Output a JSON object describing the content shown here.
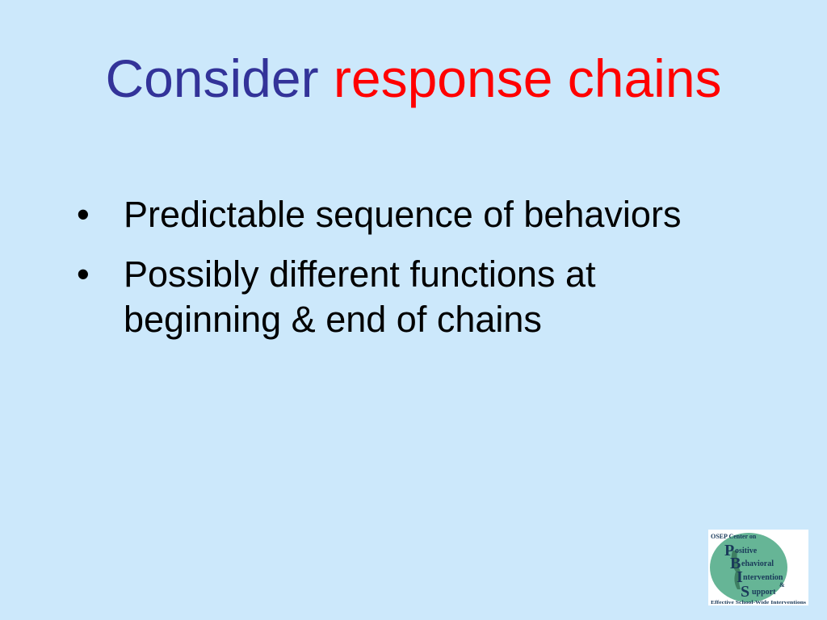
{
  "slide": {
    "title": {
      "part1": "Consider ",
      "part2": "response chains",
      "part1_color": "#333399",
      "part2_color": "#ff0000"
    },
    "bullets": [
      {
        "marker": "•",
        "text": "Predictable sequence of behaviors"
      },
      {
        "marker": "•",
        "text": "Possibly different functions at beginning & end of chains"
      }
    ],
    "background_color": "#cce8fb"
  },
  "logo": {
    "header": "OSEP Center on",
    "initial_p": "P",
    "word_p": "ositive",
    "initial_b": "B",
    "word_b": "ehavioral",
    "initial_i": "I",
    "word_i": "ntervention",
    "amp": "&",
    "initial_s": "S",
    "word_s": "upport",
    "footer": "Effective School-Wide Interventions",
    "circle_color": "#66b596"
  }
}
